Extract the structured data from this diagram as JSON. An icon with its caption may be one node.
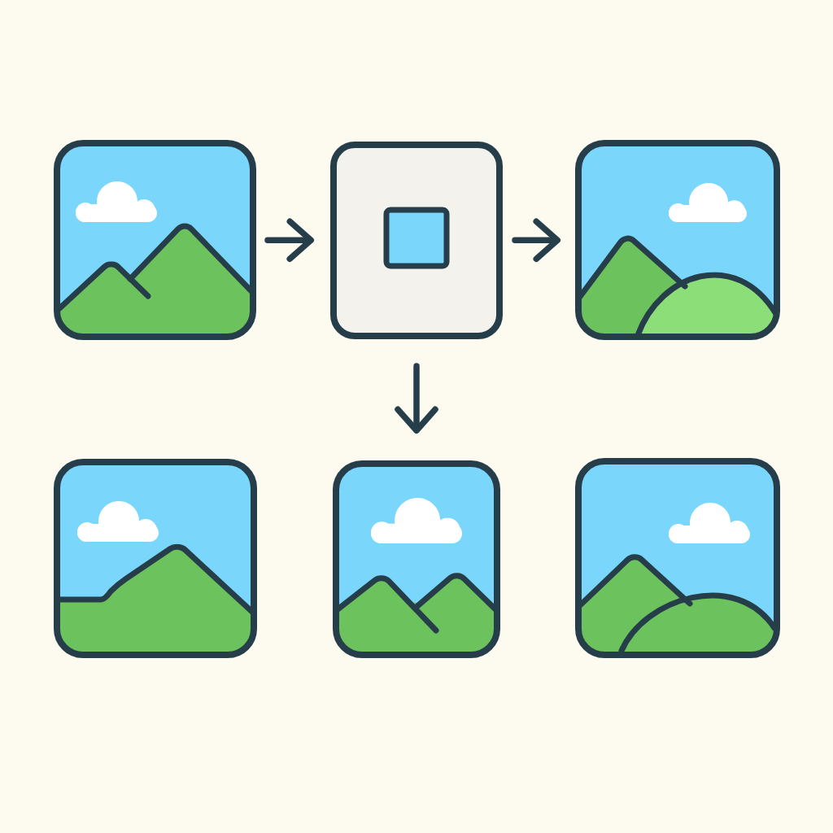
{
  "diagram": {
    "nodes": [
      {
        "text": [],
        "shape": "picture"
      },
      {
        "text": [],
        "shape": "box"
      },
      {
        "text": [],
        "shape": "picture"
      },
      {
        "text": [],
        "shape": "picture"
      },
      {
        "text": [],
        "shape": "picture"
      },
      {
        "text": [],
        "shape": "picture"
      }
    ],
    "edges": [
      {
        "from": 0,
        "to": 1,
        "arrow": "to"
      },
      {
        "from": 1,
        "to": 2,
        "arrow": "to"
      },
      {
        "from": 1,
        "to": 4,
        "arrow": "to"
      }
    ]
  }
}
